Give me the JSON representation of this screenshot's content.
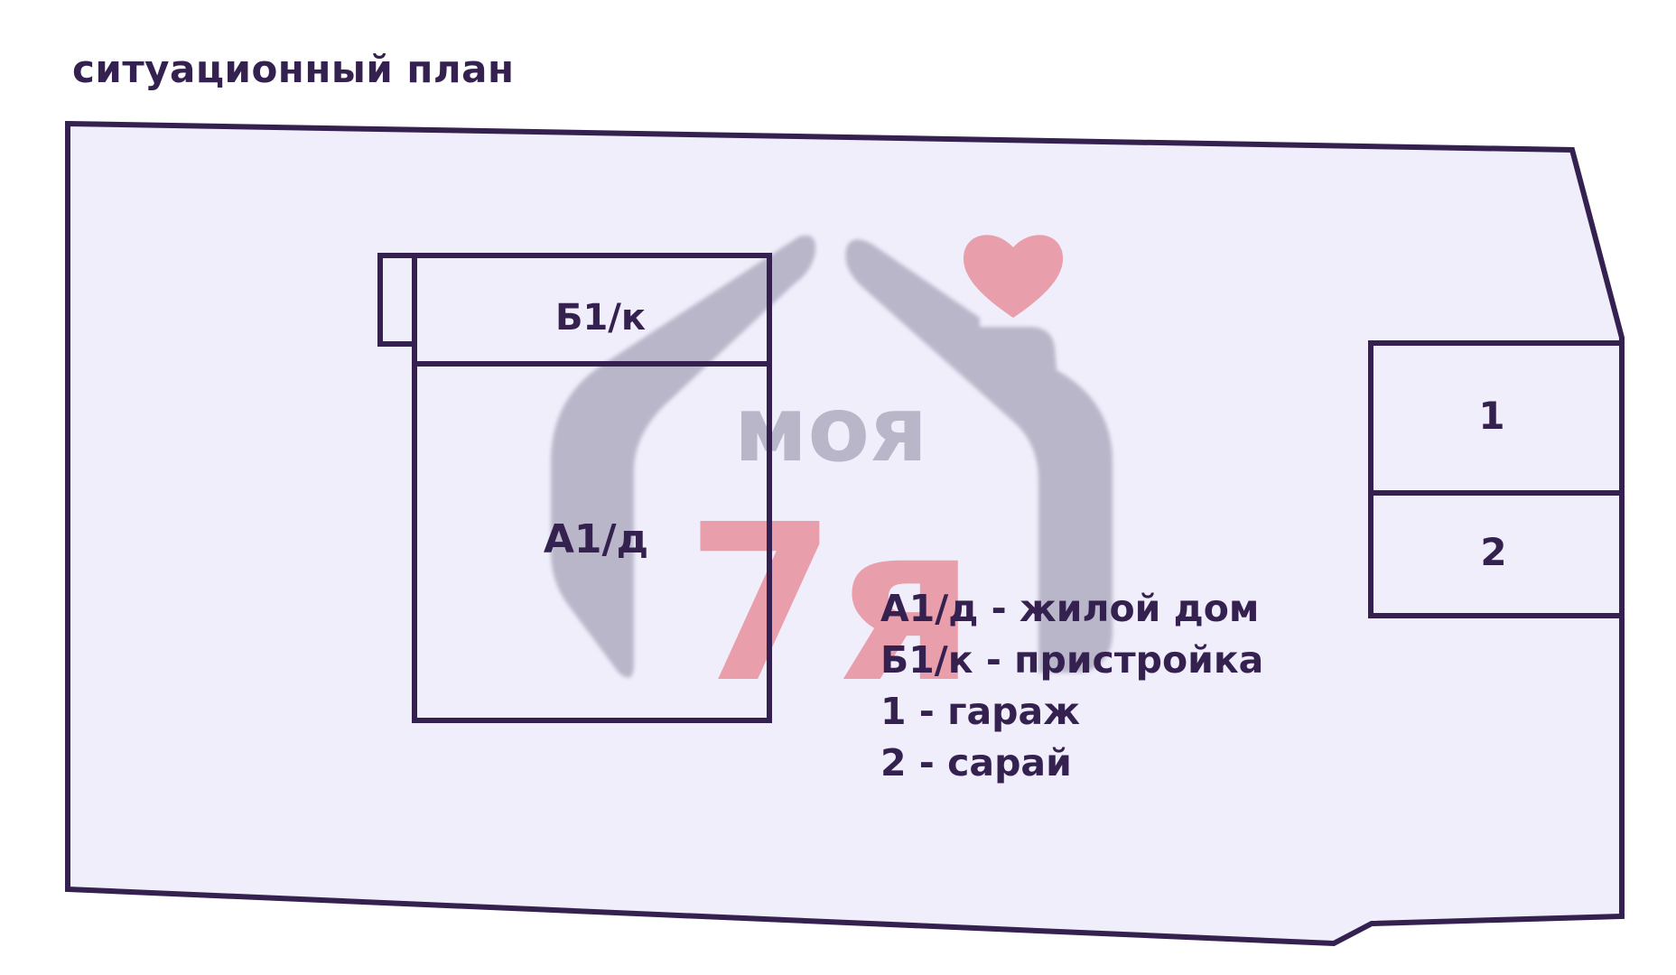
{
  "title": "ситуационный план",
  "colors": {
    "outline": "#34214f",
    "lot_fill": "#efeefa",
    "watermark_gray": "#aeaac0",
    "watermark_pink": "#e88e9a"
  },
  "buildings": {
    "house": {
      "label": "А1/д"
    },
    "annex": {
      "label": "Б1/к"
    },
    "garage": {
      "label": "1"
    },
    "shed": {
      "label": "2"
    }
  },
  "legend": [
    "А1/д - жилой дом",
    "Б1/к - пристройка",
    "1 - гараж",
    "2 - сарай"
  ],
  "watermark": {
    "brand_word": "моя",
    "brand_number": "7я",
    "icons": [
      "heart-icon",
      "house-hands-icon"
    ]
  }
}
